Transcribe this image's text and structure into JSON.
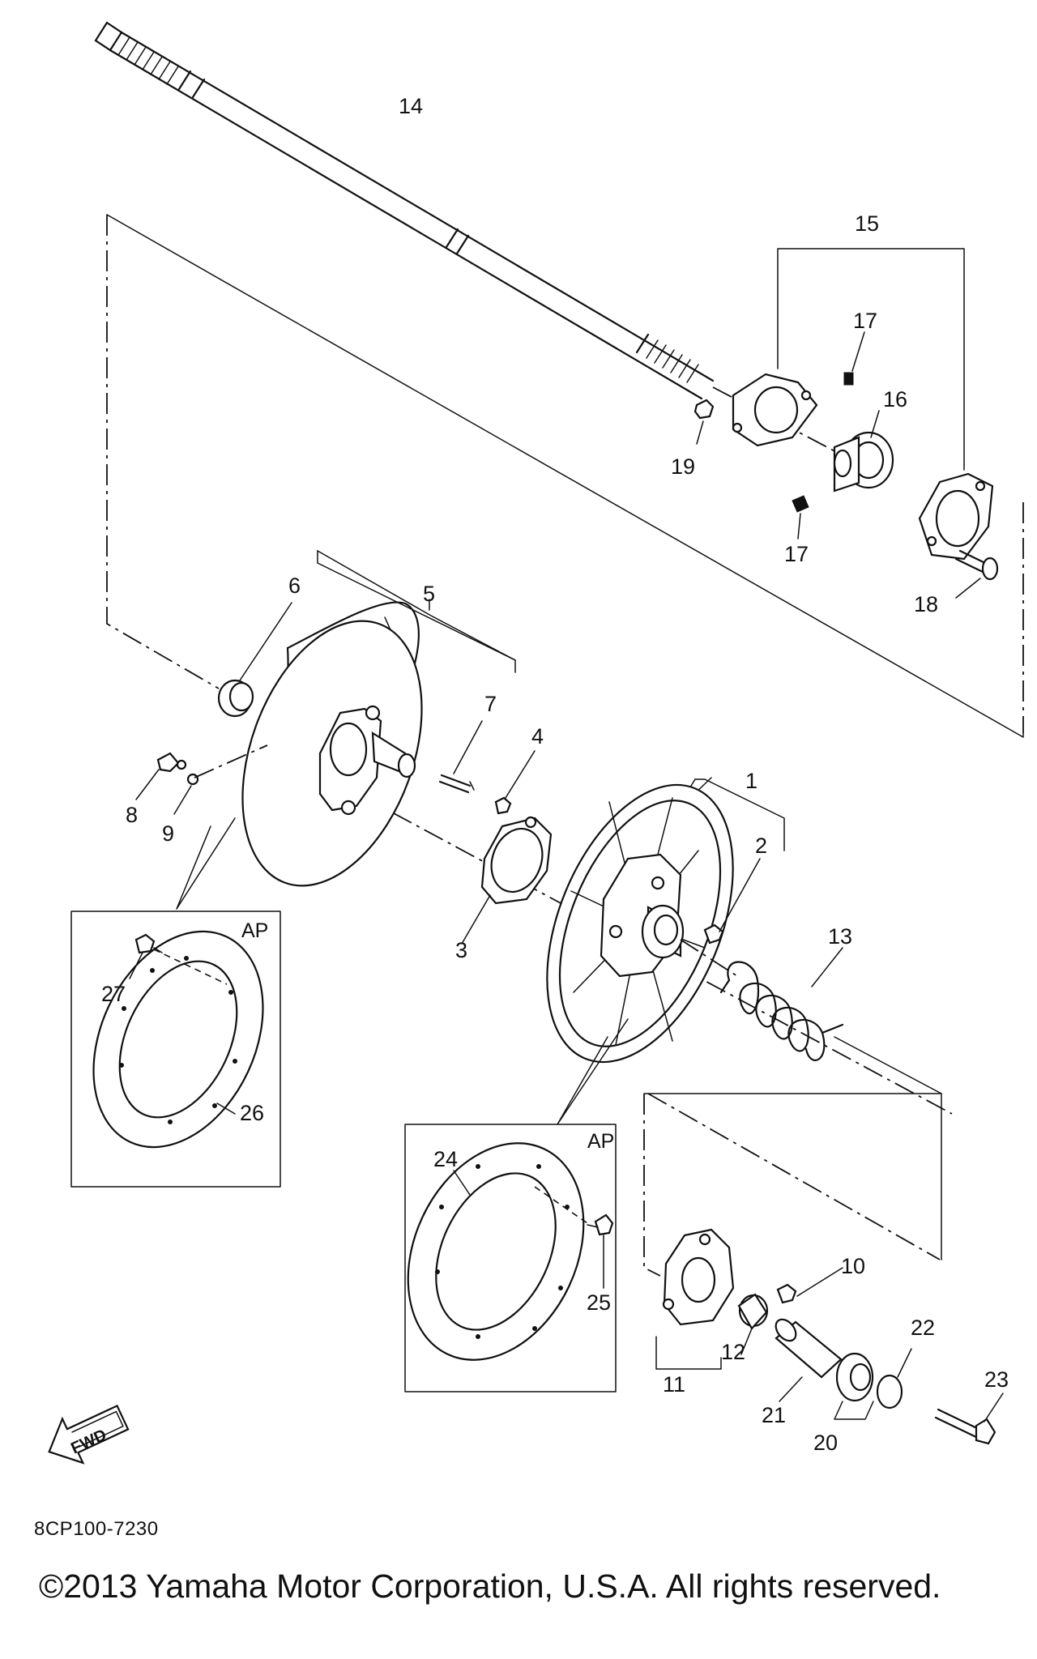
{
  "callouts": {
    "n1": "1",
    "n2": "2",
    "n3": "3",
    "n4": "4",
    "n5": "5",
    "n6": "6",
    "n7": "7",
    "n8": "8",
    "n9": "9",
    "n10": "10",
    "n11": "11",
    "n12": "12",
    "n13": "13",
    "n14": "14",
    "n15": "15",
    "n16": "16",
    "n17a": "17",
    "n17b": "17",
    "n18": "18",
    "n19": "19",
    "n20": "20",
    "n21": "21",
    "n22": "22",
    "n23": "23",
    "n24": "24",
    "n25": "25",
    "n26": "26",
    "n27": "27"
  },
  "inset_left": {
    "badge": "AP"
  },
  "inset_right": {
    "badge": "AP"
  },
  "fwd_label": "FWD",
  "diagram_code": "8CP100-7230",
  "copyright": "©2013 Yamaha Motor Corporation, U.S.A. All rights reserved."
}
